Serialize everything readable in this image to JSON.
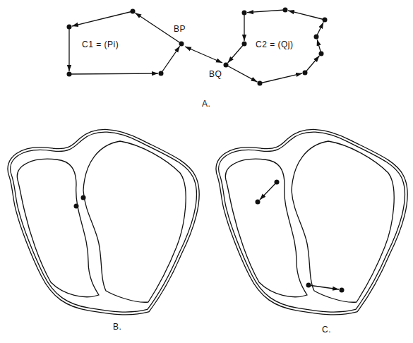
{
  "diagram": {
    "labels": [
      "BP",
      "BQ",
      "C1 = (Pi)",
      "C2 = (Qj)",
      "A.",
      "B.",
      "C."
    ]
  }
}
